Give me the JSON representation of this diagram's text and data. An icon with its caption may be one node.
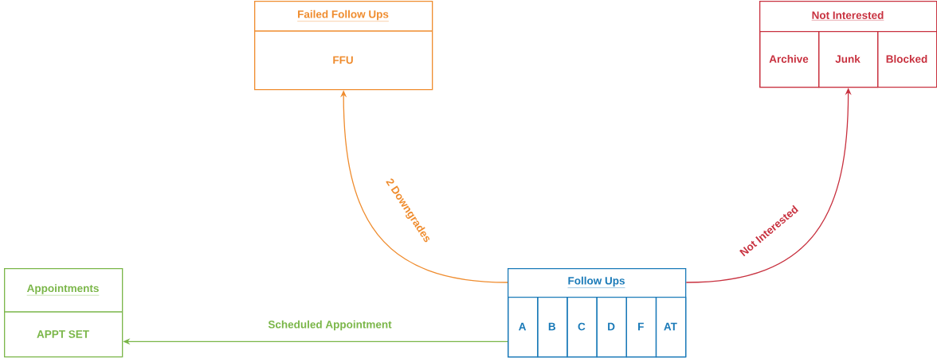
{
  "diagram": {
    "nodes": [
      {
        "text": [
          "Failed Follow Ups",
          "FFU"
        ]
      },
      {
        "text": [
          "Not Interested"
        ]
      },
      {
        "text": [
          "Archive"
        ],
        "in": 1
      },
      {
        "text": [
          "Junk"
        ],
        "in": 1
      },
      {
        "text": [
          "Blocked"
        ],
        "in": 1
      },
      {
        "text": [
          "Appointments",
          "APPT SET"
        ]
      },
      {
        "text": [
          "Follow Ups"
        ]
      },
      {
        "text": [
          "A"
        ],
        "in": 6
      },
      {
        "text": [
          "B"
        ],
        "in": 6
      },
      {
        "text": [
          "C"
        ],
        "in": 6
      },
      {
        "text": [
          "D"
        ],
        "in": 6
      },
      {
        "text": [
          "F"
        ],
        "in": 6
      },
      {
        "text": [
          "AT"
        ],
        "in": 6
      }
    ],
    "edges": [
      {
        "from": 6,
        "to": 0,
        "arrow": "to",
        "label": "2 Downgrades",
        "color": "#ef8c2e"
      },
      {
        "from": 6,
        "to": 1,
        "arrow": "to",
        "label": "Not Interested",
        "color": "#c8313f"
      },
      {
        "from": 6,
        "to": 5,
        "arrow": "to",
        "label": "Scheduled Appointment",
        "color": "#7ab648"
      }
    ]
  }
}
